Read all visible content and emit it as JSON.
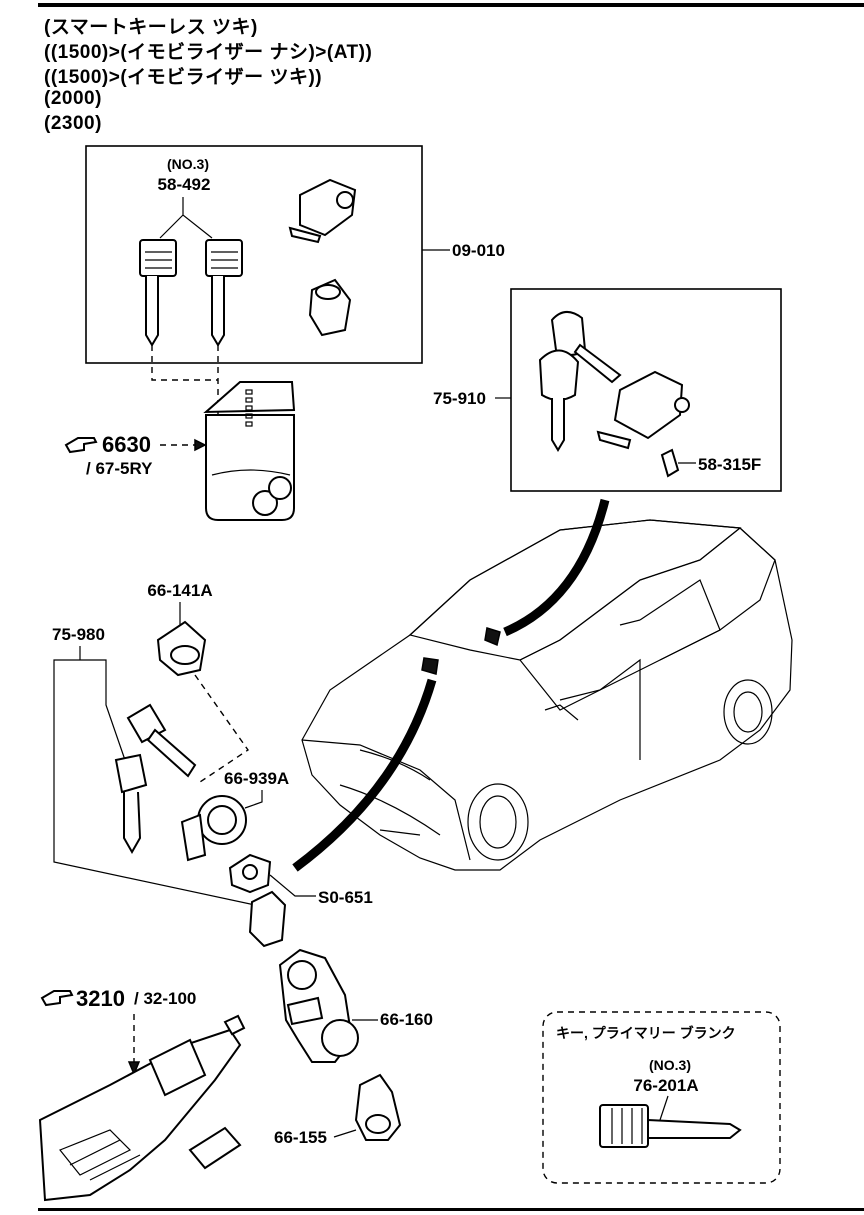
{
  "conditions": [
    "(スマートキーレス ツキ)",
    "((1500)>(イモビライザー ナシ)>(AT))",
    "((1500)>(イモビライザー ツキ))",
    "(2000)",
    "(2300)"
  ],
  "parts": {
    "p58492_note": "(NO.3)",
    "p58492": "58-492",
    "p09010": "09-010",
    "p75910": "75-910",
    "p58315F": "58-315F",
    "p66141A": "66-141A",
    "p75980": "75-980",
    "p66939A": "66-939A",
    "pS0651": "S0-651",
    "p66160": "66-160",
    "p66155": "66-155",
    "p76201A_note": "(NO.3)",
    "p76201A": "76-201A"
  },
  "refs": {
    "ref6630": "6630",
    "ref6630_sub": "/ 67-5RY",
    "ref3210": "3210",
    "ref3210_sub": "/ 32-100"
  },
  "blank_box_title": "キー, プライマリー ブランク",
  "colors": {
    "ink": "#000000",
    "paper": "#ffffff"
  }
}
